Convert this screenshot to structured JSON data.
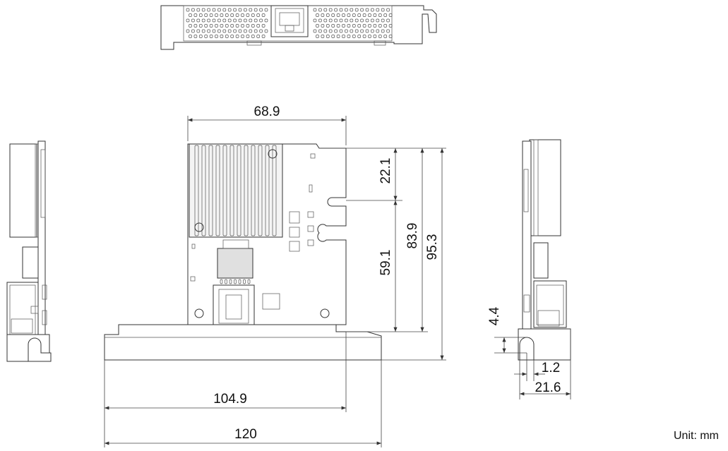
{
  "dimensions": {
    "width_top": "68.9",
    "height_slot": "22.1",
    "height_lower": "59.1",
    "height_mid": "83.9",
    "height_full": "95.3",
    "width_pcb": "104.9",
    "width_bracket": "120",
    "side_4_4": "4.4",
    "side_1_2": "1.2",
    "side_21_6": "21.6"
  },
  "unit_label": "Unit: mm"
}
